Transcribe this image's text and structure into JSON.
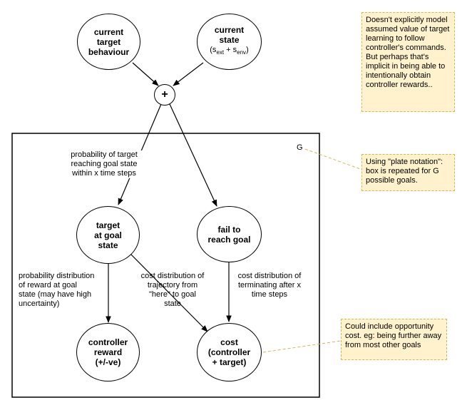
{
  "nodes": {
    "current_target_behaviour": "current\ntarget\nbehaviour",
    "current_state": {
      "title": "current\nstate",
      "formula_open": "(s",
      "ext": "ext",
      "plus": " + s",
      "env": "env",
      "formula_close": ")"
    },
    "plus_symbol": "+",
    "target_at_goal_state": "target\nat goal\nstate",
    "fail_to_reach_goal": "fail to\nreach goal",
    "controller_reward": "controller\nreward\n(+/-ve)",
    "cost": "cost\n(controller\n+ target)"
  },
  "edge_labels": {
    "prob_reach_goal": "probability of target\nreaching goal state\nwithin x time steps",
    "prob_reward": "probability distribution\nof reward at goal\nstate (may have high\nuncertainty)",
    "cost_trajectory": "cost distribution of\ntrajectory from\n\"here\" to goal\nstate",
    "cost_terminating": "cost distribution of\nterminating after x\ntime steps"
  },
  "plate": {
    "label": "G"
  },
  "notes": {
    "model_note": "Doesn't explicitly model assumed value of target learning to follow controller's commands. But perhaps that's implicit in being able to intentionally obtain controller rewards..",
    "plate_note": "Using \"plate notation\": box is repeated for G possible goals.",
    "opportunity_note": "Could include opportunity cost. eg: being further away from most other goals"
  },
  "colors": {
    "note_fill": "#fff2cc",
    "note_border": "#d6b656",
    "stroke": "#000000"
  }
}
